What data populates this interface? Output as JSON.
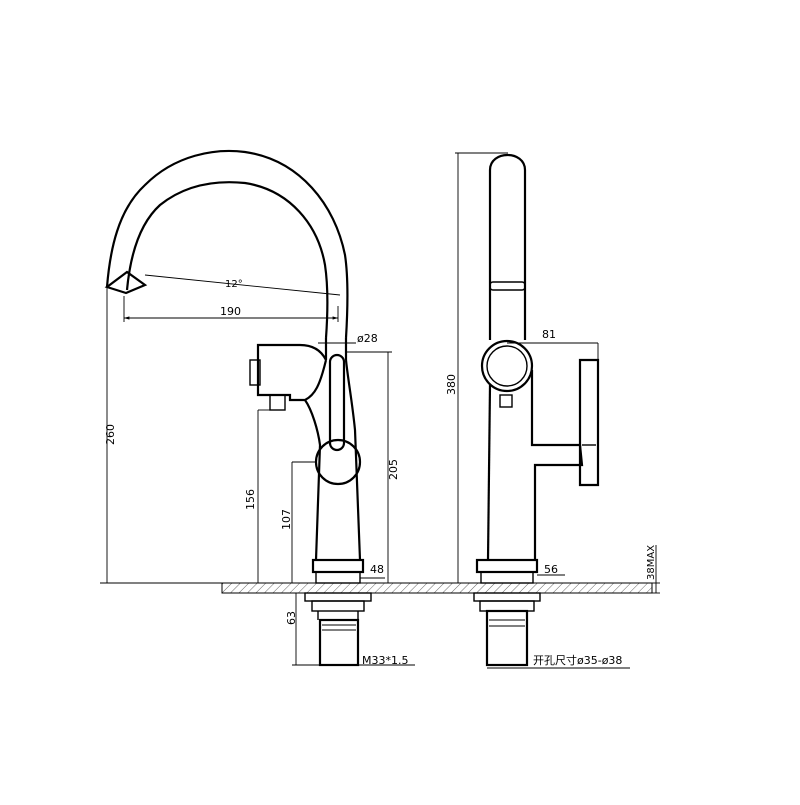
{
  "diagram": {
    "front_view": {
      "angle": "12°",
      "spout_reach": "190",
      "total_height": "260",
      "outlet_height": "156",
      "handle_height": "107",
      "body_diameter": "ø28",
      "body_height": "205",
      "base_diameter": "48",
      "shank_length": "63",
      "thread": "M33*1.5"
    },
    "side_view": {
      "total_height": "380",
      "handle_offset": "81",
      "base_diameter": "56",
      "max_counter_thickness": "38MAX",
      "hole_size": "开孔尺寸ø35-ø38"
    }
  }
}
